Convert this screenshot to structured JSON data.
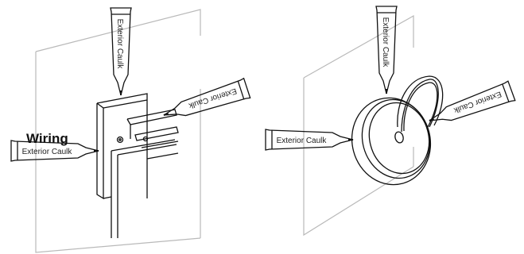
{
  "left_diagram": {
    "label": "Wiring",
    "tubes": {
      "top": "Exterior Caulk",
      "right": "Exterior Caulk",
      "left": "Exterior Caulk"
    }
  },
  "right_diagram": {
    "tubes": {
      "top": "Exterior Caulk",
      "right": "Exterior Caulk",
      "left": "Exterior Caulk"
    }
  }
}
